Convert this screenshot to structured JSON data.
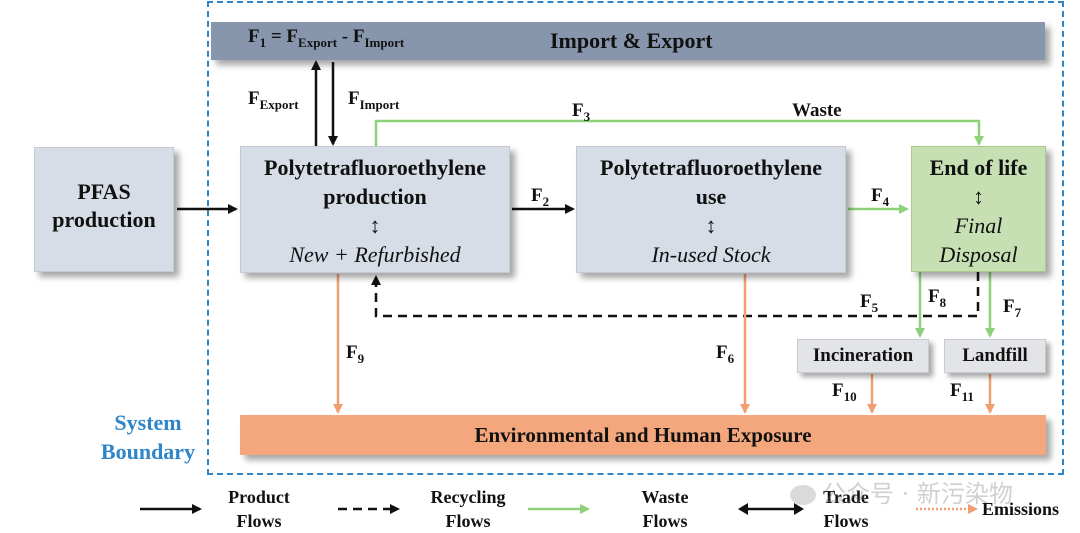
{
  "header": {
    "equation_parts": [
      "F",
      "1",
      " = F",
      "Export",
      " - F",
      "Import"
    ],
    "title": "Import & Export"
  },
  "boxes": {
    "pfas": [
      "PFAS",
      "production"
    ],
    "production": {
      "title": [
        "Polytetrafluoroethylene",
        "production"
      ],
      "arrow": "↕",
      "sub": "New + Refurbished"
    },
    "use": {
      "title": [
        "Polytetrafluoroethylene",
        "use"
      ],
      "arrow": "↕",
      "sub": "In-used Stock"
    },
    "eol": {
      "title": "End of life",
      "arrow": "↕",
      "sub": [
        "Final",
        "Disposal"
      ]
    },
    "incineration": "Incineration",
    "landfill": "Landfill",
    "exposure": "Environmental and Human Exposure"
  },
  "flows": {
    "f_export": {
      "base": "F",
      "sub": "Export"
    },
    "f_import": {
      "base": "F",
      "sub": "Import"
    },
    "f2": {
      "base": "F",
      "sub": "2"
    },
    "f3": {
      "base": "F",
      "sub": "3"
    },
    "waste": "Waste",
    "f4": {
      "base": "F",
      "sub": "4"
    },
    "f5": {
      "base": "F",
      "sub": "5"
    },
    "f6": {
      "base": "F",
      "sub": "6"
    },
    "f7": {
      "base": "F",
      "sub": "7"
    },
    "f8": {
      "base": "F",
      "sub": "8"
    },
    "f9": {
      "base": "F",
      "sub": "9"
    },
    "f10": {
      "base": "F",
      "sub": "10"
    },
    "f11": {
      "base": "F",
      "sub": "11"
    }
  },
  "system_boundary": [
    "System",
    "Boundary"
  ],
  "legend": {
    "product": [
      "Product",
      "Flows"
    ],
    "recycling": [
      "Recycling",
      "Flows"
    ],
    "waste": [
      "Waste",
      "Flows"
    ],
    "trade": [
      "Trade",
      "Flows"
    ],
    "emissions": "Emissions"
  },
  "watermark": "公众号 · 新污染物",
  "colors": {
    "boundary": "#2e86c8",
    "header_bar": "#8796ad",
    "grey_box": "#d7dde6",
    "green_box": "#c6e0b4",
    "waste_arrow": "#8fd17a",
    "emission_arrow": "#f0a070",
    "exposure_bar": "#f4a77c",
    "system_boundary_text": "#2e86c8"
  }
}
